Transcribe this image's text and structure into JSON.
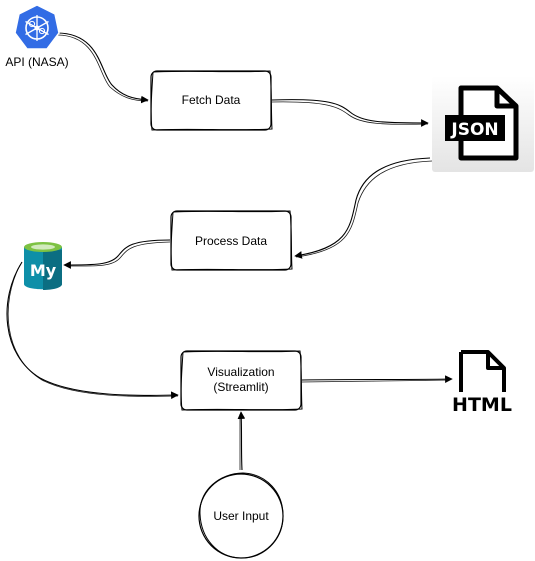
{
  "nodes": {
    "api": {
      "label": "API (NASA)"
    },
    "fetch": {
      "label": "Fetch Data"
    },
    "process": {
      "label": "Process Data"
    },
    "viz": {
      "label_line1": "Visualization",
      "label_line2": "(Streamlit)"
    },
    "user": {
      "label": "User Input"
    },
    "json": {
      "label": "JSON"
    },
    "mysql": {
      "label": "My"
    },
    "html": {
      "label": "HTML"
    }
  },
  "colors": {
    "kubernetes_blue": "#326CE5",
    "mysql_teal": "#0E8FA8",
    "mysql_dark": "#0B6E82",
    "mysql_top": "#7DC243",
    "ink": "#000000"
  },
  "icons": {
    "api": "kubernetes-wheel-icon",
    "json": "json-file-icon",
    "mysql": "mysql-database-icon",
    "html": "html-file-icon"
  }
}
